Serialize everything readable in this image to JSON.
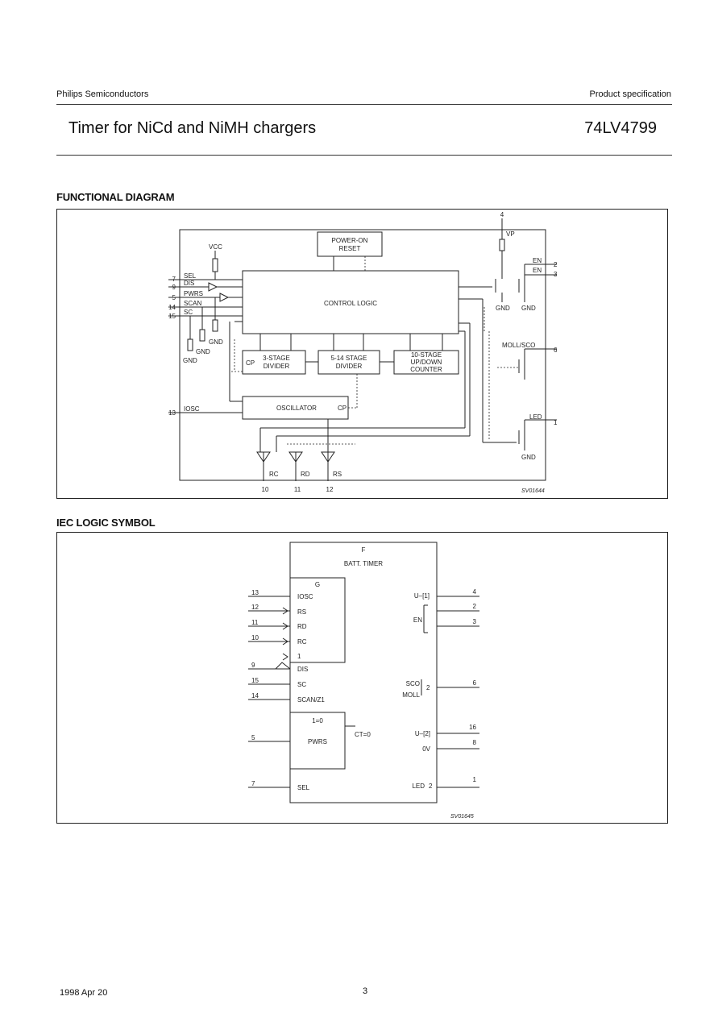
{
  "header": {
    "company": "Philips Semiconductors",
    "doc_type": "Product specification",
    "title": "Timer for NiCd and NiMH chargers",
    "part_number": "74LV4799"
  },
  "sections": {
    "functional_diagram": "FUNCTIONAL DIAGRAM",
    "iec_symbol": "IEC LOGIC SYMBOL"
  },
  "functional_diagram": {
    "blocks": {
      "power_on_reset": [
        "POWER-ON",
        "RESET"
      ],
      "control_logic": "CONTROL LOGIC",
      "divider3": [
        "3-STAGE",
        "DIVIDER"
      ],
      "divider3_cp": "CP",
      "divider5": [
        "5-14 STAGE",
        "DIVIDER"
      ],
      "counter": [
        "10-STAGE",
        "UP/DOWN",
        "COUNTER"
      ],
      "oscillator": "OSCILLATOR",
      "oscillator_cp": "CP"
    },
    "signals": {
      "vcc": "VCC",
      "vp": "VP",
      "sel": "SEL",
      "dis": "DIS",
      "pwrs": "PWRS",
      "scan": "SCAN",
      "sc": "SC",
      "iosc": "IOSC",
      "en": "EN",
      "en_bar": "EN",
      "mol_sco": "MOLL/SCO",
      "led": "LED",
      "rc": "RC",
      "rd": "RD",
      "rs": "RS",
      "gnd": "GND"
    },
    "pins": {
      "sel": "7",
      "dis": "9",
      "pwrs": "5",
      "scan": "14",
      "sc": "15",
      "iosc": "13",
      "vp": "4",
      "en": "2",
      "en_bar": "3",
      "mol_sco": "6",
      "led": "1",
      "rc": "10",
      "rd": "11",
      "rs": "12"
    },
    "figure_code": "SV01644"
  },
  "iec_symbol": {
    "f": "F",
    "block_title": "BATT. TIMER",
    "g": "G",
    "inputs_top": [
      {
        "pin": "13",
        "label": "IOSC"
      },
      {
        "pin": "12",
        "label": "RS"
      },
      {
        "pin": "11",
        "label": "RD"
      },
      {
        "pin": "10",
        "label": "RC"
      }
    ],
    "one": "1",
    "inputs_mid": [
      {
        "pin": "9",
        "label": "DIS"
      },
      {
        "pin": "15",
        "label": "SC"
      },
      {
        "pin": "14",
        "label": "SCAN/Z1"
      }
    ],
    "sub_block": {
      "top": "1=0",
      "pwrs": "PWRS",
      "ct": "CT=0",
      "pin": "5"
    },
    "sel": {
      "pin": "7",
      "label": "SEL"
    },
    "outputs": [
      {
        "label": "U–[1]",
        "pin": "4"
      },
      {
        "label": "",
        "pin": "2"
      },
      {
        "label": "EN",
        "pin": "3"
      },
      {
        "label": "SCO",
        "pin": "6"
      },
      {
        "label": "MOLL",
        "pin": ""
      },
      {
        "label": "U–[2]",
        "pin": "16"
      },
      {
        "label": "0V",
        "pin": "8"
      },
      {
        "label": "LED",
        "pin": "1"
      }
    ],
    "marks": {
      "two": "2"
    },
    "figure_code": "SV01645"
  },
  "footer": {
    "date": "1998 Apr 20",
    "page": "3"
  }
}
